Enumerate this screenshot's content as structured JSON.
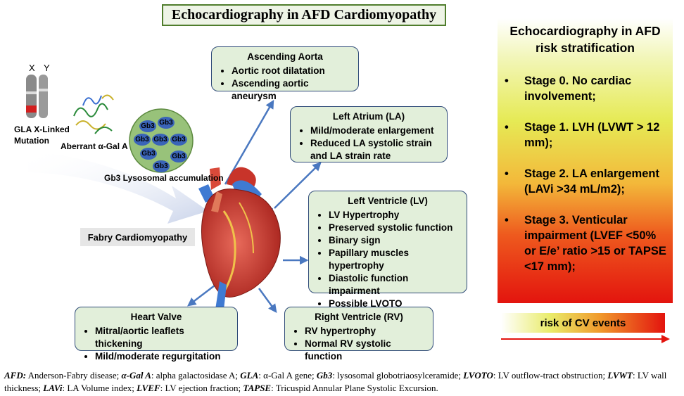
{
  "title": "Echocardiography in AFD Cardiomyopathy",
  "left_illustration": {
    "chrom_x": "X",
    "chrom_y": "Y",
    "gla_label": "GLA X-Linked Mutation",
    "enzyme_label": "Aberrant α-Gal A",
    "gb3_label": "Gb3 Lysosomal accumulation",
    "gb3_dots": [
      "Gb3",
      "Gb3",
      "Gb3",
      "Gb3",
      "Gb3",
      "Gb3",
      "Gb3",
      "Gb3"
    ],
    "fabry_label": "Fabry Cardiomyopathy"
  },
  "boxes": {
    "aorta": {
      "title": "Ascending Aorta",
      "items": [
        "Aortic root dilatation",
        "Ascending aortic aneurysm"
      ]
    },
    "la": {
      "title": "Left Atrium (LA)",
      "items": [
        "Mild/moderate enlargement",
        "Reduced LA systolic strain and LA strain rate"
      ]
    },
    "lv": {
      "title": "Left Ventricle (LV)",
      "items": [
        "LV Hypertrophy",
        "Preserved systolic function",
        "Binary sign",
        "Papillary muscles hypertrophy",
        "Diastolic function impairment",
        "Possible LVOTO"
      ]
    },
    "valve": {
      "title": "Heart Valve",
      "items": [
        "Mitral/aortic leaflets thickening",
        "Mild/moderate regurgitation"
      ]
    },
    "rv": {
      "title": "Right Ventricle (RV)",
      "items": [
        "RV hypertrophy",
        "Normal RV systolic function"
      ]
    }
  },
  "risk": {
    "title": "Echocardiography in AFD risk stratification",
    "stages": [
      "Stage 0. No cardiac involvement;",
      "Stage 1. LVH (LVWT > 12 mm);",
      "Stage 2. LA enlargement (LAVi >34 mL/m2);",
      "Stage 3. Venticular impairment (LVEF <50% or E/e’ ratio >15 or TAPSE <17 mm);"
    ],
    "cv_label": "risk of CV events"
  },
  "footnote": {
    "parts": [
      {
        "abbr": "AFD:",
        "text": " Anderson-Fabry disease; "
      },
      {
        "abbr": "α-Gal A",
        "text": ": alpha galactosidase A; "
      },
      {
        "abbr": "GLA",
        "text": ": α-Gal A gene; "
      },
      {
        "abbr": "Gb3",
        "text": ": lysosomal globotriaosylceramide; "
      },
      {
        "abbr": "LVOTO",
        "text": ": LV outflow-tract obstruction; "
      },
      {
        "abbr": "LVWT",
        "text": ": LV wall thickness; "
      },
      {
        "abbr": "LAVi",
        "text": ": LA Volume index; "
      },
      {
        "abbr": "LVEF",
        "text": ": LV ejection fraction; "
      },
      {
        "abbr": "TAPSE",
        "text": ": Tricuspid Annular Plane Systolic Excursion."
      }
    ]
  },
  "colors": {
    "box_fill": "#e2efda",
    "box_border": "#2e4a78",
    "arrow": "#4a78c0",
    "title_border": "#4f7d2c"
  }
}
